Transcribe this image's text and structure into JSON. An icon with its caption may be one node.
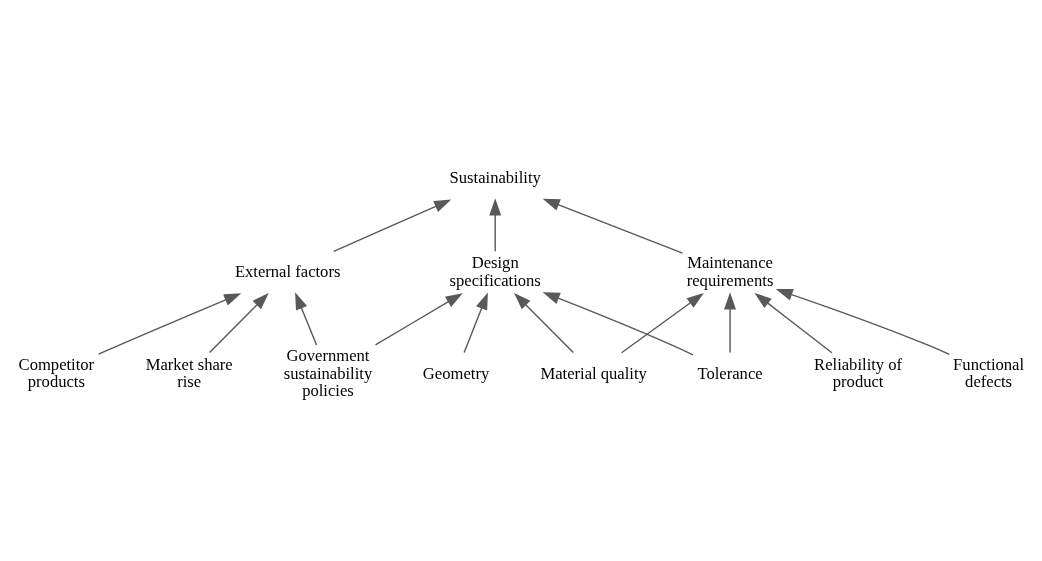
{
  "diagram": {
    "nodes": [
      {
        "text": [
          "Sustainability"
        ]
      },
      {
        "text": [
          "Design specifications"
        ]
      },
      {
        "text": [
          "External factors"
        ]
      },
      {
        "text": [
          "Competitor products"
        ]
      },
      {
        "text": [
          "Tolerance"
        ]
      },
      {
        "text": [
          "Geometry"
        ]
      },
      {
        "text": [
          "Material quality"
        ]
      },
      {
        "text": [
          "Government sustainability policies"
        ]
      },
      {
        "text": [
          "Market share rise"
        ]
      },
      {
        "text": [
          "Maintenance requirements"
        ]
      },
      {
        "text": [
          "Reliability of product"
        ]
      },
      {
        "text": [
          "Functional defects"
        ]
      }
    ],
    "edges": [
      {
        "from": 1,
        "to": 0,
        "arrow": "to"
      },
      {
        "from": 2,
        "to": 0,
        "arrow": "to"
      },
      {
        "from": 9,
        "to": 0,
        "arrow": "to"
      },
      {
        "from": 3,
        "to": 2,
        "arrow": "to"
      },
      {
        "from": 7,
        "to": 2,
        "arrow": "to"
      },
      {
        "from": 8,
        "to": 2,
        "arrow": "to"
      },
      {
        "from": 4,
        "to": 1,
        "arrow": "to"
      },
      {
        "from": 5,
        "to": 1,
        "arrow": "to"
      },
      {
        "from": 6,
        "to": 1,
        "arrow": "to"
      },
      {
        "from": 7,
        "to": 1,
        "arrow": "to"
      },
      {
        "from": 4,
        "to": 9,
        "arrow": "to"
      },
      {
        "from": 6,
        "to": 9,
        "arrow": "to"
      },
      {
        "from": 10,
        "to": 9,
        "arrow": "to"
      },
      {
        "from": 11,
        "to": 9,
        "arrow": "to"
      }
    ]
  }
}
